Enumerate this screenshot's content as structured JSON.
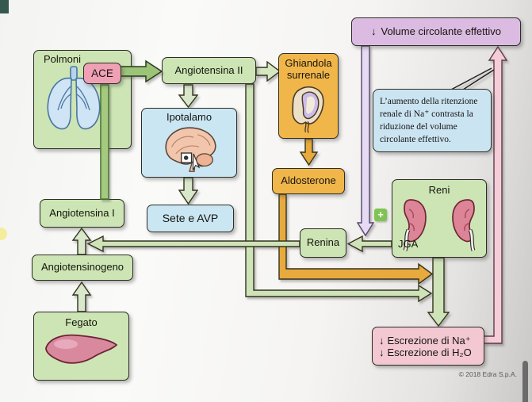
{
  "boxes": {
    "polmoni": {
      "label": "Polmoni"
    },
    "ace": {
      "label": "ACE"
    },
    "angiotensina2": {
      "label": "Angiotensina II"
    },
    "ghiandola": {
      "label": "Ghiandola surrenale"
    },
    "volume": {
      "arrow": "↓",
      "label": "Volume circolante effettivo"
    },
    "ipotalamo": {
      "label": "Ipotalamo"
    },
    "callout": {
      "text": "L’aumento della ritenzione renale di Na⁺ contrasta la riduzione del volume circolante effettivo."
    },
    "aldosterone": {
      "label": "Aldosterone"
    },
    "sete": {
      "label": "Sete e AVP"
    },
    "angiotensina1": {
      "label": "Angiotensina I"
    },
    "reni": {
      "label": "Reni",
      "sublabel": "JGA"
    },
    "renina": {
      "label": "Renina"
    },
    "angiotensinogeno": {
      "label": "Angiotensinogeno"
    },
    "fegato": {
      "label": "Fegato"
    },
    "escrezione": {
      "arrow": "↓",
      "na": "Escrezione di Na⁺",
      "h2o": "Escrezione di H₂O"
    },
    "plus_badge": {
      "label": "+"
    }
  },
  "footer": {
    "copyright": "© 2018 Edra S.p.A."
  },
  "colors": {
    "node_green": "#cde5b4",
    "node_blue": "#cae6f3",
    "node_orange": "#f1b64a",
    "node_purple": "#dcbbe2",
    "node_pink": "#f0a0b5",
    "node_pink_soft": "#f3c8d3",
    "arrow_green": "#cfe3b8",
    "arrow_green_dark": "#9cc478",
    "arrow_orange": "#e8a93c",
    "arrow_purple": "#e7daf4",
    "arrow_pink": "#f4cdd9",
    "plus_green": "#7fc452"
  }
}
